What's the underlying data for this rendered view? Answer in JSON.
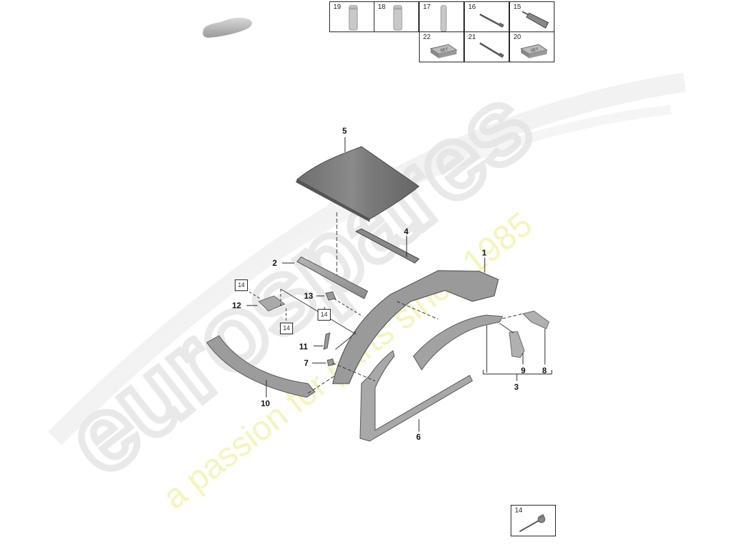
{
  "diagram": {
    "title": "Body shell side section / roof exploded view",
    "watermark": {
      "brand": "eurospares",
      "tagline": "a passion for parts since 1985",
      "brand_color": "#e6e6e6",
      "tagline_color": "#f2f2a0"
    },
    "callouts": [
      {
        "id": "1",
        "label": "1"
      },
      {
        "id": "2",
        "label": "2"
      },
      {
        "id": "3",
        "label": "3"
      },
      {
        "id": "4",
        "label": "4"
      },
      {
        "id": "5",
        "label": "5"
      },
      {
        "id": "6",
        "label": "6"
      },
      {
        "id": "7",
        "label": "7"
      },
      {
        "id": "8",
        "label": "8"
      },
      {
        "id": "9",
        "label": "9"
      },
      {
        "id": "10",
        "label": "10"
      },
      {
        "id": "11",
        "label": "11"
      },
      {
        "id": "12",
        "label": "12"
      },
      {
        "id": "13",
        "label": "13"
      }
    ],
    "boxed_refs": [
      {
        "label": "14"
      },
      {
        "label": "14"
      },
      {
        "label": "14"
      }
    ]
  },
  "parts_table": {
    "row1": [
      {
        "num": "19",
        "icon": "cylinder-can-icon"
      },
      {
        "num": "18",
        "icon": "cylinder-can-icon"
      },
      {
        "num": "17",
        "icon": "thin-cylinder-icon"
      },
      {
        "num": "16",
        "icon": "rivet-pin-icon"
      },
      {
        "num": "15",
        "icon": "cartridge-nozzle-icon"
      }
    ],
    "row2": [
      {
        "num": "22",
        "icon": "set-box-icon",
        "text": "SET"
      },
      {
        "num": "21",
        "icon": "rivet-pin-icon"
      },
      {
        "num": "20",
        "icon": "set-box-icon",
        "text": "SET"
      }
    ]
  },
  "fastener_box": {
    "num": "14",
    "icon": "blind-rivet-icon"
  }
}
